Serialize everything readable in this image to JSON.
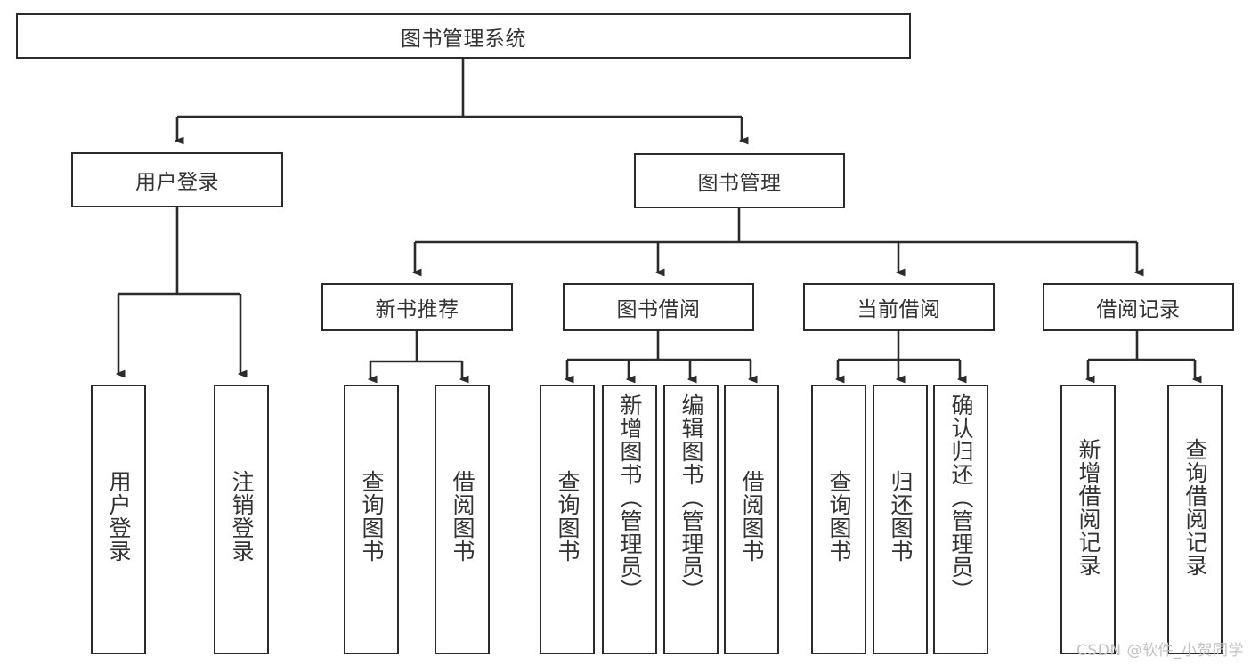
{
  "diagram": {
    "type": "tree-hierarchy",
    "title": "图书管理系统",
    "root": {
      "id": "root",
      "label": "图书管理系统",
      "orientation": "horizontal"
    },
    "level2": [
      {
        "id": "user-login",
        "label": "用户登录",
        "orientation": "horizontal"
      },
      {
        "id": "book-manage",
        "label": "图书管理",
        "orientation": "horizontal"
      }
    ],
    "level3": [
      {
        "id": "new-book-rec",
        "label": "新书推荐",
        "orientation": "horizontal",
        "parent": "book-manage"
      },
      {
        "id": "book-borrow",
        "label": "图书借阅",
        "orientation": "horizontal",
        "parent": "book-manage"
      },
      {
        "id": "current-borrow",
        "label": "当前借阅",
        "orientation": "horizontal",
        "parent": "book-manage"
      },
      {
        "id": "borrow-record",
        "label": "借阅记录",
        "orientation": "horizontal",
        "parent": "book-manage"
      }
    ],
    "leaves": [
      {
        "id": "leaf-user-login",
        "label": "用户登录",
        "parent": "user-login",
        "orientation": "vertical"
      },
      {
        "id": "leaf-user-logout",
        "label": "注销登录",
        "parent": "user-login",
        "orientation": "vertical"
      },
      {
        "id": "leaf-query-book-1",
        "label": "查询图书",
        "parent": "new-book-rec",
        "orientation": "vertical"
      },
      {
        "id": "leaf-borrow-book-1",
        "label": "借阅图书",
        "parent": "new-book-rec",
        "orientation": "vertical"
      },
      {
        "id": "leaf-query-book-2",
        "label": "查询图书",
        "parent": "book-borrow",
        "orientation": "vertical"
      },
      {
        "id": "leaf-add-book",
        "label": "新增图书（管理员）",
        "parent": "book-borrow",
        "orientation": "vertical"
      },
      {
        "id": "leaf-edit-book",
        "label": "编辑图书（管理员）",
        "parent": "book-borrow",
        "orientation": "vertical"
      },
      {
        "id": "leaf-borrow-book-2",
        "label": "借阅图书",
        "parent": "book-borrow",
        "orientation": "vertical"
      },
      {
        "id": "leaf-query-book-3",
        "label": "查询图书",
        "parent": "current-borrow",
        "orientation": "vertical"
      },
      {
        "id": "leaf-return-book",
        "label": "归还图书",
        "parent": "current-borrow",
        "orientation": "vertical"
      },
      {
        "id": "leaf-confirm-return",
        "label": "确认归还（管理员）",
        "parent": "current-borrow",
        "orientation": "vertical"
      },
      {
        "id": "leaf-add-record",
        "label": "新增借阅记录",
        "parent": "borrow-record",
        "orientation": "vertical"
      },
      {
        "id": "leaf-query-record",
        "label": "查询借阅记录",
        "parent": "borrow-record",
        "orientation": "vertical"
      }
    ],
    "colors": {
      "stroke": "#2b2b2b",
      "fill": "#ffffff",
      "text": "#333333",
      "watermark": "#c2c2c2"
    }
  },
  "watermark": {
    "text": "CSDN @软件_小贺同学"
  }
}
